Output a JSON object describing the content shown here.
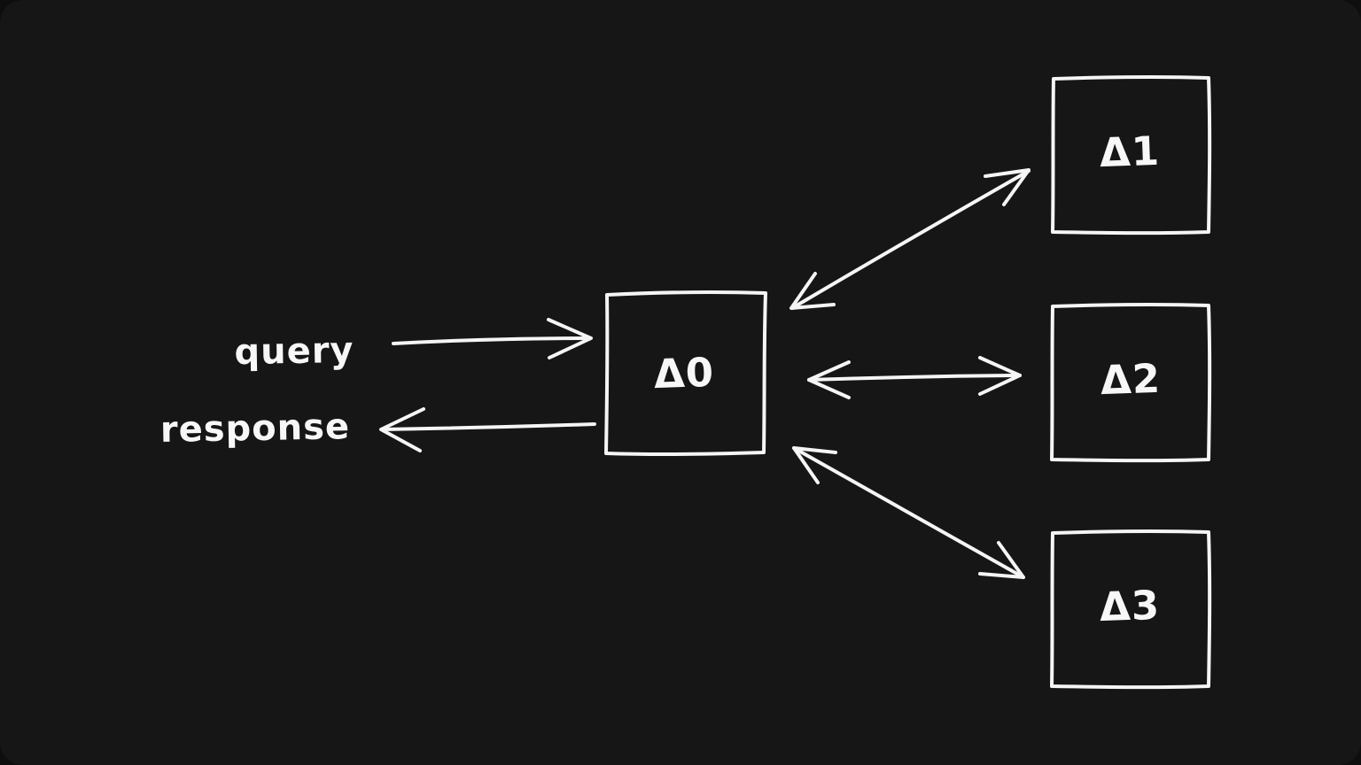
{
  "canvas": {
    "background": "#161616",
    "stroke_color": "#f5f5f5",
    "style": "hand-drawn-dark"
  },
  "io": {
    "query": "query",
    "response": "response"
  },
  "nodes": [
    {
      "id": "delta0",
      "label": "Δ0",
      "role": "center"
    },
    {
      "id": "delta1",
      "label": "Δ1",
      "role": "right-top"
    },
    {
      "id": "delta2",
      "label": "Δ2",
      "role": "right-middle"
    },
    {
      "id": "delta3",
      "label": "Δ3",
      "role": "right-bottom"
    }
  ],
  "edges": [
    {
      "from": "query",
      "to": "delta0",
      "arrow": "forward"
    },
    {
      "from": "delta0",
      "to": "response",
      "arrow": "forward"
    },
    {
      "from": "delta0",
      "to": "delta1",
      "arrow": "both"
    },
    {
      "from": "delta0",
      "to": "delta2",
      "arrow": "both"
    },
    {
      "from": "delta0",
      "to": "delta3",
      "arrow": "both"
    }
  ]
}
